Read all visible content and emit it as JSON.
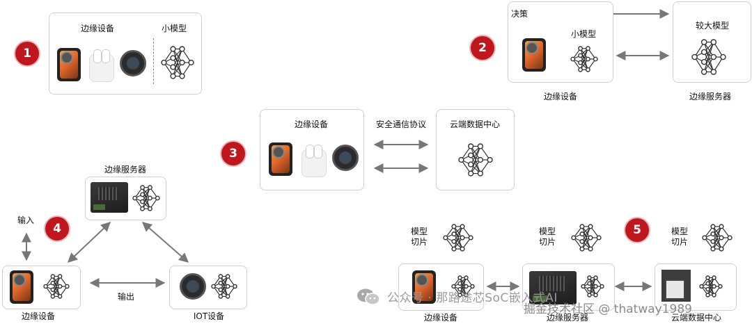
{
  "badges": {
    "b1": "1",
    "b2": "2",
    "b3": "3",
    "b4": "4",
    "b5": "5"
  },
  "panel1": {
    "devices_label": "边缘设备",
    "model_label": "小模型"
  },
  "panel2": {
    "decision_label": "决策",
    "small_model_label": "小模型",
    "large_model_label": "较大模型",
    "edge_device_caption": "边缘设备",
    "edge_server_caption": "边缘服务器"
  },
  "panel3": {
    "edge_device_label": "边缘设备",
    "protocol_label": "安全通信协议",
    "cloud_label": "云端数据中心"
  },
  "panel4": {
    "edge_server_label": "边缘服务器",
    "input_label": "输入",
    "output_label": "输出",
    "edge_device_caption": "边缘设备",
    "iot_caption": "IOT设备"
  },
  "panel5": {
    "slice_a": "模型\n切片",
    "slice_b": "模型\n切片",
    "slice_c": "模型\n切片",
    "edge_device_caption": "边缘设备",
    "edge_server_caption": "边缘服务器",
    "cloud_caption": "云端数据中心"
  },
  "watermark": {
    "wechat": "公众号 · 那路途芯SoC嵌入式AI",
    "site": "掘金技术社区 @ thatway1989"
  },
  "colors": {
    "badge": "#c0161e",
    "border": "#cfcfcf",
    "arrow": "#777777"
  },
  "icons": [
    "neural-network-icon",
    "smartphone-icon",
    "earbuds-icon",
    "smartwatch-icon",
    "dev-board-icon",
    "server-rack-icon",
    "wechat-icon"
  ]
}
